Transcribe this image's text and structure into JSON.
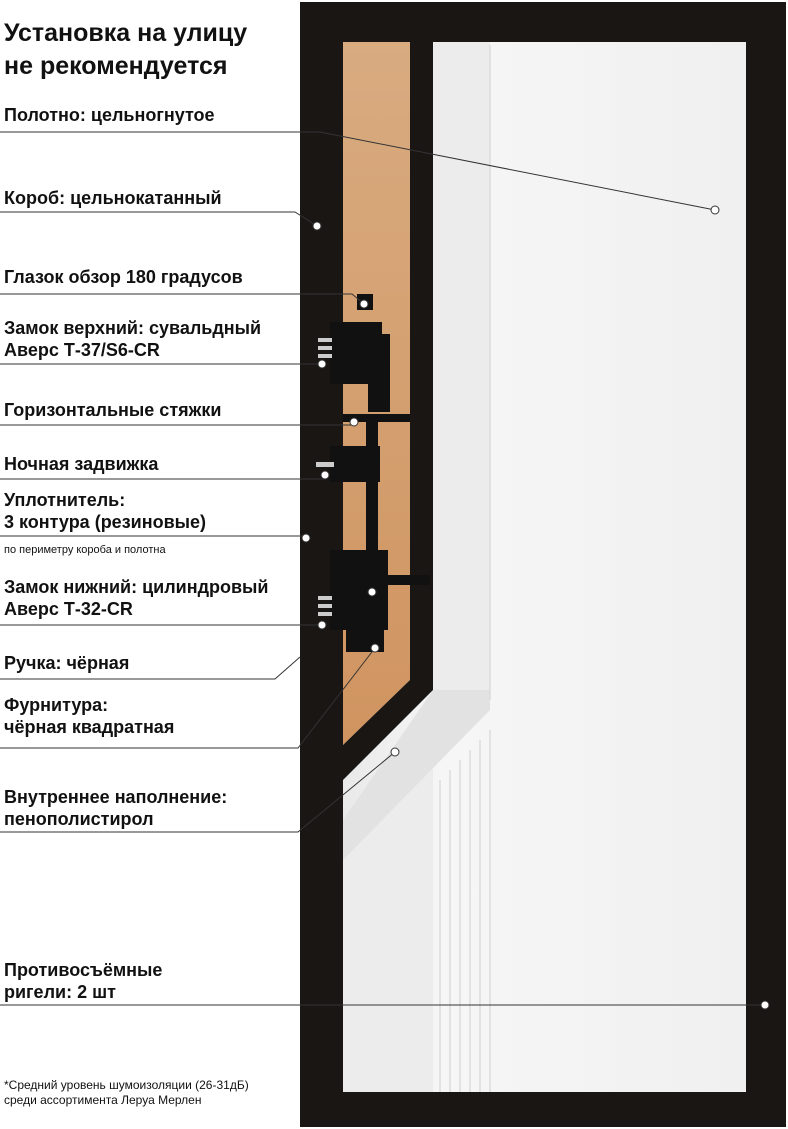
{
  "heading": {
    "line1": "Установка на улицу",
    "line2": "не рекомендуется"
  },
  "features": {
    "leaf": "Полотно: цельногнутое",
    "frame": "Короб: цельнокатанный",
    "peephole": "Глазок обзор 180 градусов",
    "upper_lock_1": "Замок верхний: сувальдный",
    "upper_lock_2": "Аверс Т-37/S6-CR",
    "ties": "Горизонтальные стяжки",
    "night_latch": "Ночная задвижка",
    "seal_1": "Уплотнитель:",
    "seal_2": "3 контура (резиновые)",
    "seal_note": "по периметру короба и полотна",
    "lower_lock_1": "Замок нижний: цилиндровый",
    "lower_lock_2": "Аверс Т-32-CR",
    "handle": "Ручка: чёрная",
    "fittings_1": "Фурнитура:",
    "fittings_2": "чёрная квадратная",
    "filling_1": "Внутреннее наполнение:",
    "filling_2": "пенополистирол",
    "bolts_1": "Противосъёмные",
    "bolts_2": "ригели: 2 шт"
  },
  "footnote": {
    "line1": "*Средний уровень шумоизоляции (26-31дБ)",
    "line2": "среди ассортимента Леруа Мерлен"
  },
  "colors": {
    "frame": "#1a1614",
    "wood_panel": "#d9a06b",
    "door_face": "#f2f2f2",
    "callout_line": "#333333"
  }
}
